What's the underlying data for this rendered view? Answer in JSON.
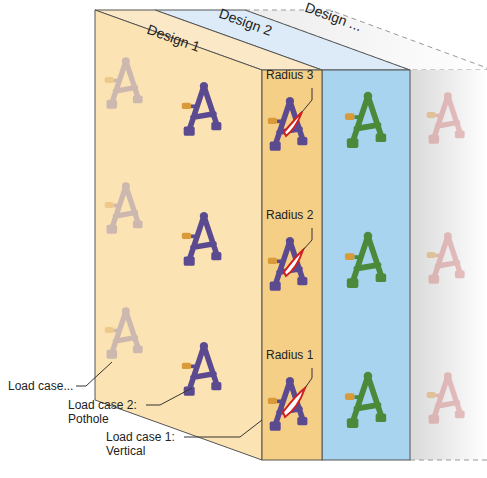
{
  "diagram": {
    "labels": [
      "Design 1",
      "Design 2",
      "Design ...",
      "Radius 3",
      "Radius 2",
      "Radius 1",
      "Load case...",
      "Load case 2: Pothole",
      "Load case 1: Vertical"
    ]
  }
}
